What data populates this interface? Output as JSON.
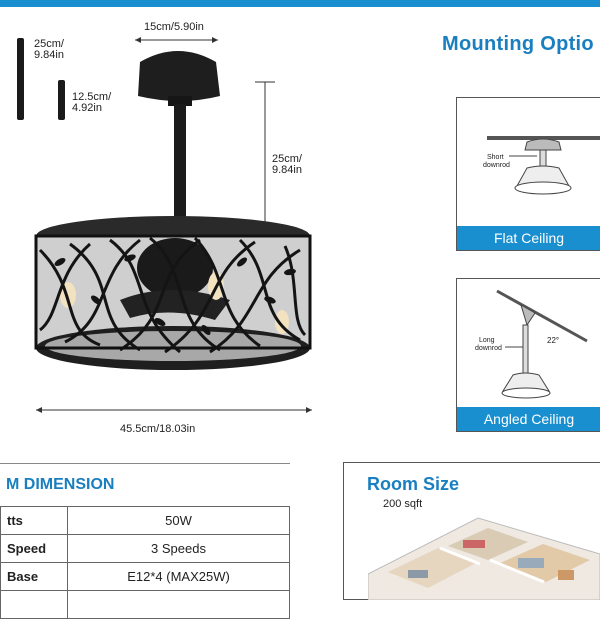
{
  "header": {
    "mount_title": "Mounting Optio"
  },
  "dimensions": {
    "canopy_width": "15cm/5.90in",
    "rod_long": [
      "25cm/",
      "9.84in"
    ],
    "rod_short": [
      "12.5cm/",
      "4.92in"
    ],
    "drop_height": [
      "25cm/",
      "9.84in"
    ],
    "fan_width": "45.5cm/18.03in"
  },
  "mounting": {
    "flat": {
      "label": "Flat Ceiling",
      "note": [
        "Short",
        "downrod"
      ]
    },
    "angled": {
      "label": "Angled Ceiling",
      "note": [
        "Long",
        "downrod"
      ],
      "angle": "22°"
    }
  },
  "spec": {
    "title": "M DIMENSION",
    "rows": [
      {
        "key": "tts",
        "value": "50W"
      },
      {
        "key": "Speed",
        "value": "3 Speeds"
      },
      {
        "key": "Base",
        "value": "E12*4  (MAX25W)"
      },
      {
        "key": "",
        "value": ""
      }
    ]
  },
  "room": {
    "title": "Room Size",
    "area": "200 sqft"
  },
  "colors": {
    "accent": "#1a8fd0",
    "heading": "#1a7fc0"
  }
}
